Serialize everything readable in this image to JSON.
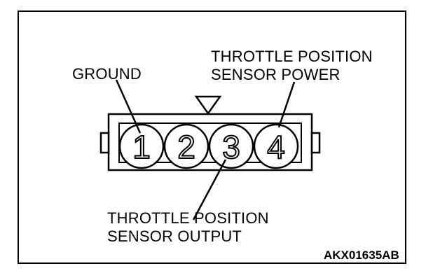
{
  "labels": {
    "ground": "GROUND",
    "tps_power_line1": "THROTTLE POSITION",
    "tps_power_line2": "SENSOR POWER",
    "tps_output_line1": "THROTTLE POSITION",
    "tps_output_line2": "SENSOR OUTPUT"
  },
  "pins": [
    "1",
    "2",
    "3",
    "4"
  ],
  "figure_code": "AKX01635AB",
  "colors": {
    "line": "#000000",
    "background": "#ffffff"
  }
}
